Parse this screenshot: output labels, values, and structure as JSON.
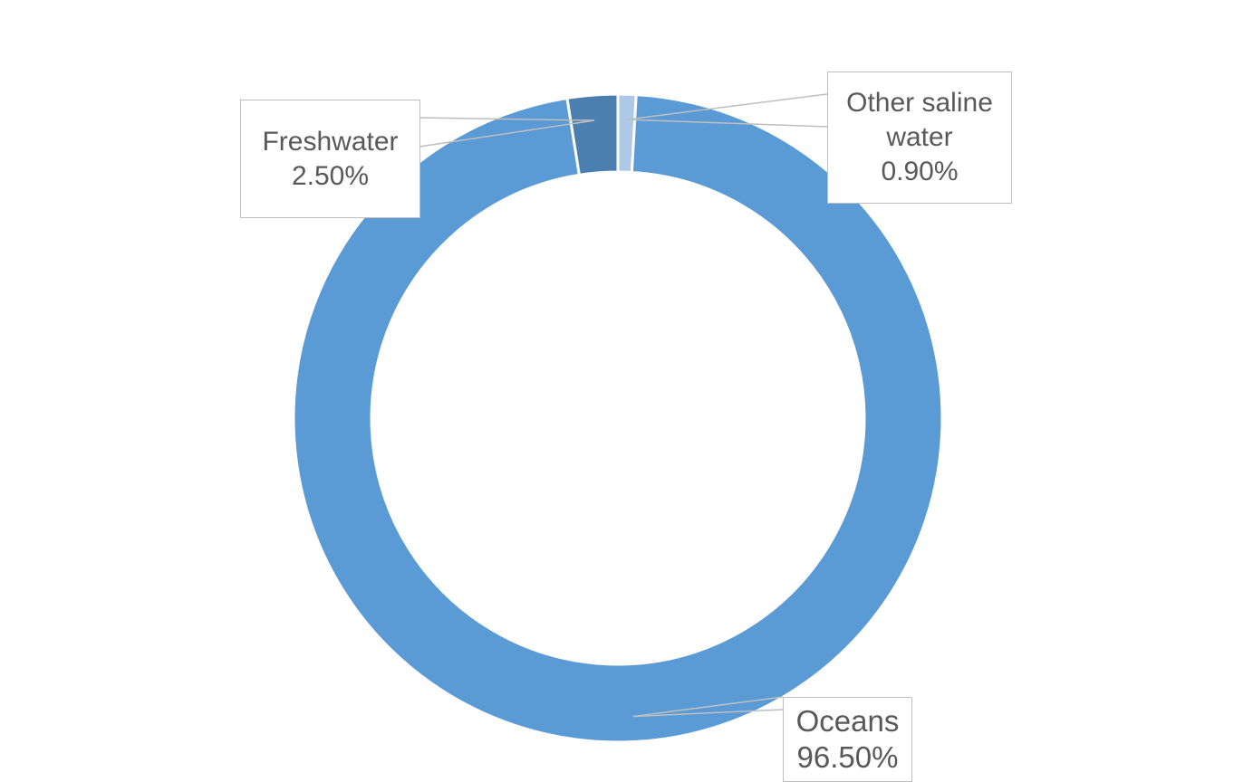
{
  "chart_data": {
    "type": "pie",
    "style": "donut",
    "slices": [
      {
        "name": "Other saline water",
        "label_lines": [
          "Other saline",
          "water"
        ],
        "value": 0.9,
        "value_label": "0.90%",
        "color": "#aec8e8"
      },
      {
        "name": "Oceans",
        "label_lines": [
          "Oceans"
        ],
        "value": 96.5,
        "value_label": "96.50%",
        "color": "#5b9bd5"
      },
      {
        "name": "Freshwater",
        "label_lines": [
          "Freshwater"
        ],
        "value": 2.5,
        "value_label": "2.50%",
        "color": "#4a7fb0"
      }
    ],
    "start_angle_deg": 0,
    "direction": "clockwise",
    "legend": "none",
    "data_labels": "callouts"
  },
  "colors": {
    "label_text": "#595959",
    "label_border": "#bfbfbf",
    "leader_line": "#bfbfbf",
    "slice_separator": "#ffffff"
  }
}
